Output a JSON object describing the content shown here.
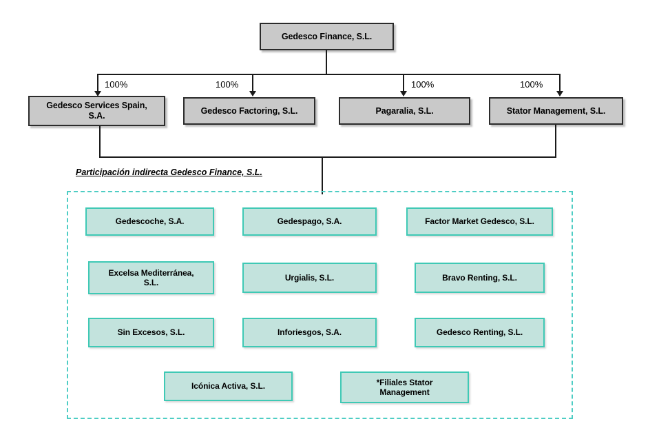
{
  "diagram": {
    "title": "Gedesco Finance corporate structure",
    "colors": {
      "grey_fill": "#c9c9c9",
      "grey_border": "#2b2b2b",
      "teal_fill": "#c3e3dd",
      "teal_border": "#3fc9b5",
      "dashed_border": "#4ecdc4",
      "connector": "#1a1a1a"
    }
  },
  "root": {
    "label": "Gedesco Finance, S.L."
  },
  "subsidiaries": [
    {
      "label": "Gedesco Services Spain,\nS.A.",
      "ownership": "100%"
    },
    {
      "label": "Gedesco Factoring, S.L.",
      "ownership": "100%"
    },
    {
      "label": "Pagaralia, S.L.",
      "ownership": "100%"
    },
    {
      "label": "Stator Management, S.L.",
      "ownership": "100%"
    }
  ],
  "indirect_group": {
    "caption": "Participación indirecta Gedesco Finance, S.L.",
    "entities": [
      {
        "label": "Gedescoche, S.A."
      },
      {
        "label": "Gedespago, S.A."
      },
      {
        "label": "Factor Market Gedesco, S.L."
      },
      {
        "label": "Excelsa Mediterránea,\nS.L."
      },
      {
        "label": "Urgialis, S.L."
      },
      {
        "label": "Bravo Renting, S.L."
      },
      {
        "label": "Sin Excesos, S.L."
      },
      {
        "label": "Inforiesgos, S.A."
      },
      {
        "label": "Gedesco Renting, S.L."
      },
      {
        "label": "Icónica Activa, S.L."
      },
      {
        "label": "*Filiales Stator\nManagement"
      }
    ]
  }
}
